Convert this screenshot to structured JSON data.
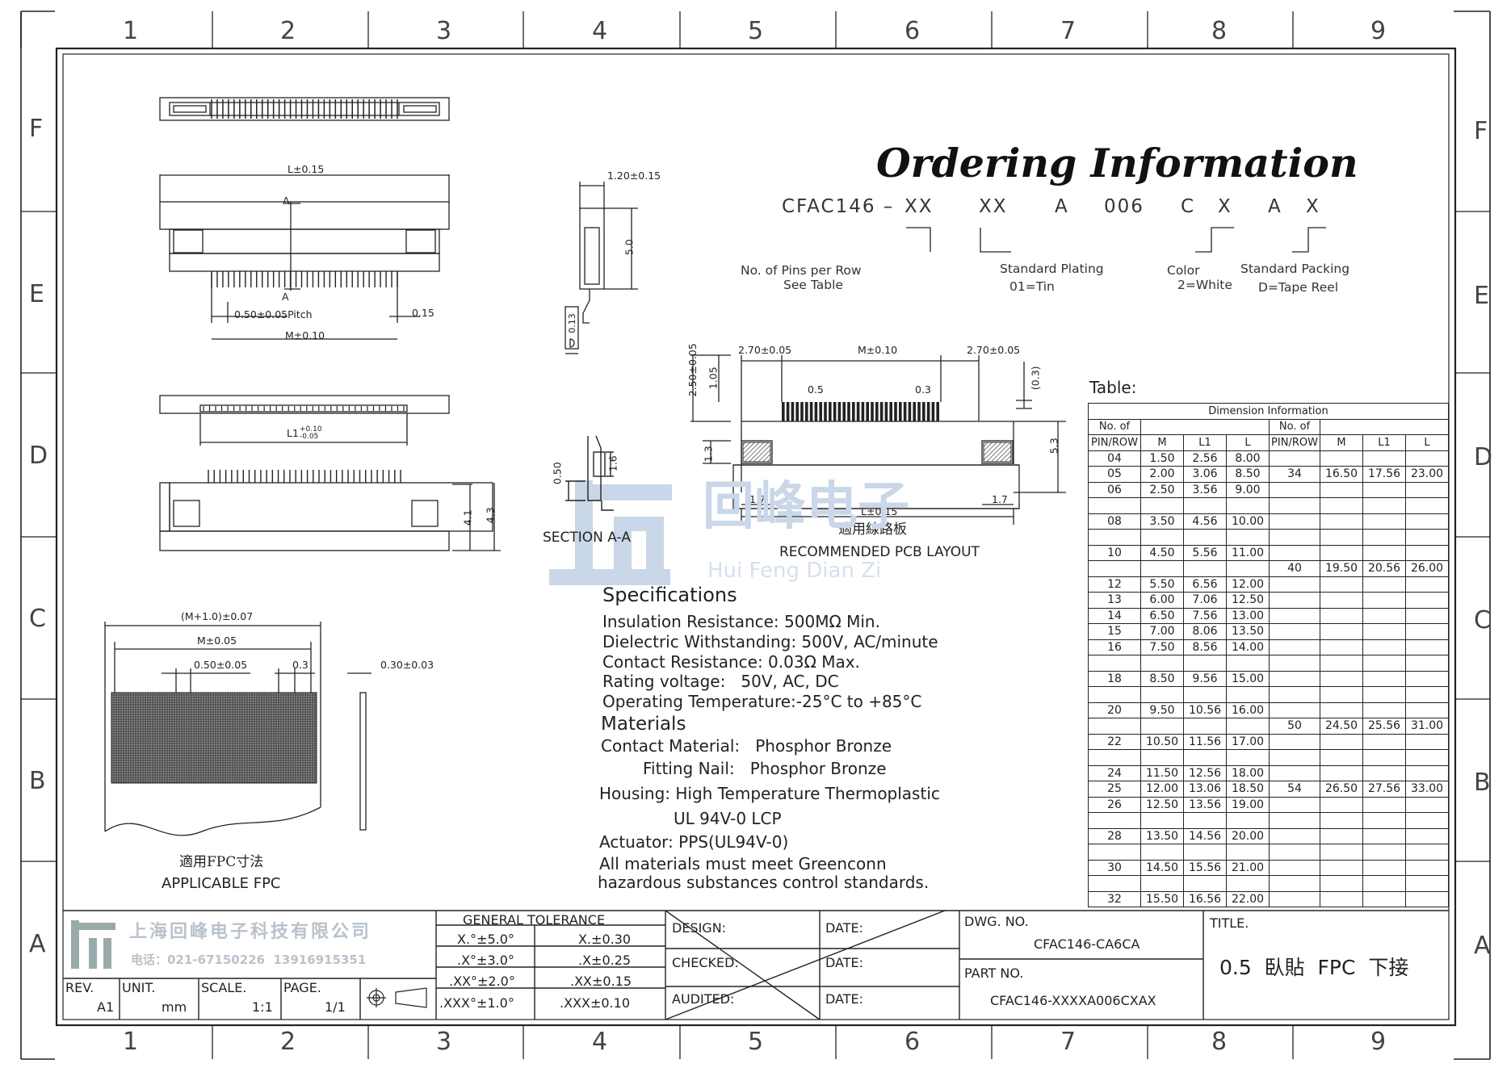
{
  "zones": {
    "columns": [
      "1",
      "2",
      "3",
      "4",
      "5",
      "6",
      "7",
      "8",
      "9"
    ],
    "rows": [
      "F",
      "E",
      "D",
      "C",
      "B",
      "A"
    ]
  },
  "ordering": {
    "title": "Ordering Information",
    "code_parts": [
      "CFAC146 –",
      "XX",
      "XX",
      "A",
      "006",
      "C",
      "X",
      "A",
      "X"
    ],
    "labels": {
      "pins_1": "No. of Pins per Row",
      "pins_2": "See Table",
      "plating_1": "Standard Plating",
      "plating_2": "01=Tin",
      "color_1": "Color",
      "color_2": "2=White",
      "packing_1": "Standard Packing",
      "packing_2": "D=Tape Reel"
    }
  },
  "dimensions": {
    "top_L": "L±0.15",
    "top_A1": "A",
    "top_A2": "A",
    "pitch": "0.50±0.05Pitch",
    "top_015": "0.15",
    "top_M": "M±0.10",
    "l1": "L1",
    "l1_tol_hi": "+0.10",
    "l1_tol_lo": "-0.05",
    "h41": "4.1",
    "h43": "4.3",
    "side_120": "1.20±0.15",
    "side_50": "5.0",
    "side_013": "0.13",
    "sec_050": "0.50",
    "sec_16": "1.6",
    "section_label": "SECTION A-A",
    "pcb_270a": "2.70±0.05",
    "pcb_M": "M±0.10",
    "pcb_270b": "2.70±0.05",
    "pcb_250": "2.50±0.05",
    "pcb_105": "1.05",
    "pcb_05": "0.5",
    "pcb_03": "0.3",
    "pcb_03p": "(0.3)",
    "pcb_13": "1.3",
    "pcb_53": "5.3",
    "pcb_17a": "1.7",
    "pcb_17b": "1.7",
    "pcb_L": "L±0.15",
    "pcb_cn": "適用線路板",
    "pcb_label": "RECOMMENDED PCB LAYOUT",
    "fpc_M10": "(M+1.0)±0.07",
    "fpc_M": "M±0.05",
    "fpc_pitch": "0.50±0.05",
    "fpc_03": "0.3",
    "fpc_thk": "0.30±0.03",
    "fpc_cn": "適用FPC寸法",
    "fpc_label": "APPLICABLE FPC"
  },
  "specifications": {
    "heading": "Specifications",
    "lines": [
      "Insulation Resistance: 500MΩ Min.",
      "Dielectric Withstanding: 500V, AC/minute",
      "Contact Resistance: 0.03Ω Max.",
      "Rating voltage:   50V, AC, DC",
      "Operating Temperature:-25°C to +85°C"
    ],
    "materials_heading": "Materials",
    "materials": [
      "Contact Material:   Phosphor Bronze",
      "Fitting Nail:   Phosphor Bronze",
      "Housing: High Temperature Thermoplastic",
      "UL 94V-0 LCP",
      "Actuator: PPS(UL94V-0)",
      "All materials must meet Greenconn",
      "hazardous substances control standards."
    ]
  },
  "watermark": {
    "cn": "回峰电子",
    "en": "Hui Feng Dian Zi"
  },
  "table": {
    "label": "Table:",
    "header_title": "Dimension Information",
    "col_headers": [
      "No. of",
      "PIN/ROW",
      "M",
      "L1",
      "L",
      "No. of",
      "PIN/ROW",
      "M",
      "L1",
      "L"
    ],
    "rows": [
      [
        "04",
        "1.50",
        "2.56",
        "8.00",
        "",
        "",
        "",
        ""
      ],
      [
        "05",
        "2.00",
        "3.06",
        "8.50",
        "34",
        "16.50",
        "17.56",
        "23.00"
      ],
      [
        "06",
        "2.50",
        "3.56",
        "9.00",
        "",
        "",
        "",
        ""
      ],
      [
        "",
        "",
        "",
        "",
        "",
        "",
        "",
        ""
      ],
      [
        "08",
        "3.50",
        "4.56",
        "10.00",
        "",
        "",
        "",
        ""
      ],
      [
        "",
        "",
        "",
        "",
        "",
        "",
        "",
        ""
      ],
      [
        "10",
        "4.50",
        "5.56",
        "11.00",
        "",
        "",
        "",
        ""
      ],
      [
        "",
        "",
        "",
        "",
        "40",
        "19.50",
        "20.56",
        "26.00"
      ],
      [
        "12",
        "5.50",
        "6.56",
        "12.00",
        "",
        "",
        "",
        ""
      ],
      [
        "13",
        "6.00",
        "7.06",
        "12.50",
        "",
        "",
        "",
        ""
      ],
      [
        "14",
        "6.50",
        "7.56",
        "13.00",
        "",
        "",
        "",
        ""
      ],
      [
        "15",
        "7.00",
        "8.06",
        "13.50",
        "",
        "",
        "",
        ""
      ],
      [
        "16",
        "7.50",
        "8.56",
        "14.00",
        "",
        "",
        "",
        ""
      ],
      [
        "",
        "",
        "",
        "",
        "",
        "",
        "",
        ""
      ],
      [
        "18",
        "8.50",
        "9.56",
        "15.00",
        "",
        "",
        "",
        ""
      ],
      [
        "",
        "",
        "",
        "",
        "",
        "",
        "",
        ""
      ],
      [
        "20",
        "9.50",
        "10.56",
        "16.00",
        "",
        "",
        "",
        ""
      ],
      [
        "",
        "",
        "",
        "",
        "50",
        "24.50",
        "25.56",
        "31.00"
      ],
      [
        "22",
        "10.50",
        "11.56",
        "17.00",
        "",
        "",
        "",
        ""
      ],
      [
        "",
        "",
        "",
        "",
        "",
        "",
        "",
        ""
      ],
      [
        "24",
        "11.50",
        "12.56",
        "18.00",
        "",
        "",
        "",
        ""
      ],
      [
        "25",
        "12.00",
        "13.06",
        "18.50",
        "54",
        "26.50",
        "27.56",
        "33.00"
      ],
      [
        "26",
        "12.50",
        "13.56",
        "19.00",
        "",
        "",
        "",
        ""
      ],
      [
        "",
        "",
        "",
        "",
        "",
        "",
        "",
        ""
      ],
      [
        "28",
        "13.50",
        "14.56",
        "20.00",
        "",
        "",
        "",
        ""
      ],
      [
        "",
        "",
        "",
        "",
        "",
        "",
        "",
        ""
      ],
      [
        "30",
        "14.50",
        "15.56",
        "21.00",
        "",
        "",
        "",
        ""
      ],
      [
        "",
        "",
        "",
        "",
        "",
        "",
        "",
        ""
      ],
      [
        "32",
        "15.50",
        "16.56",
        "22.00",
        "",
        "",
        "",
        ""
      ]
    ]
  },
  "title_block": {
    "company_cn": "上海回峰电子科技有限公司",
    "phone": "电话：021-67150226  13916915351",
    "rev_label": "REV.",
    "rev_value": "A1",
    "unit_label": "UNIT.",
    "unit_value": "mm",
    "scale_label": "SCALE.",
    "scale_value": "1:1",
    "page_label": "PAGE.",
    "page_value": "1/1",
    "tolerance_title": "GENERAL TOLERANCE",
    "tolerances": [
      [
        "X.°±5.0°",
        "X.±0.30"
      ],
      [
        ".X°±3.0°",
        ".X±0.25"
      ],
      [
        ".XX°±2.0°",
        ".XX±0.15"
      ],
      [
        ".XXX°±1.0°",
        ".XXX±0.10"
      ]
    ],
    "design": "DESIGN:",
    "checked": "CHECKED:",
    "audited": "AUDITED:",
    "date1": "DATE:",
    "date2": "DATE:",
    "date3": "DATE:",
    "dwg_label": "DWG. NO.",
    "dwg_value": "CFAC146-CA6CA",
    "part_label": "PART NO.",
    "part_value": "CFAC146-XXXXA006CXAX",
    "title_label": "TITLE.",
    "title_value": "0.5  臥貼  FPC  下接"
  },
  "colors": {
    "line": "#222222",
    "watermark": "#c9d7e8",
    "title": "#111111"
  }
}
